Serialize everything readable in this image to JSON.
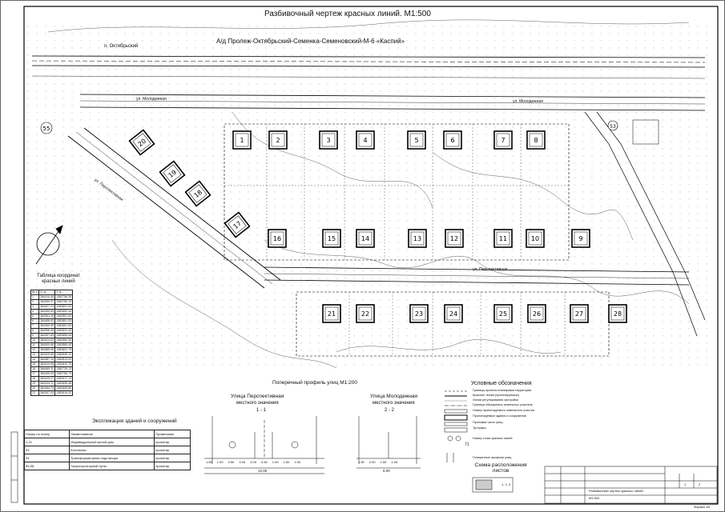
{
  "title": "Разбивочный чертеж красных линий. М1:500",
  "road_label": "А/д Пролеж-Октябрьский-Семенка-Семеновский-М-6 «Каспий»",
  "village_label": "п. Октябрьский",
  "streets": {
    "molodezhnaya_left": "ул. Молодежная",
    "molodezhnaya_right": "ул. Молодежная",
    "perspektivnaya_diag": "ул. Перспективная",
    "perspektivnaya_mid": "ул. Перспективная"
  },
  "lots_row1": [
    "1",
    "2",
    "3",
    "4",
    "5",
    "6",
    "7",
    "8"
  ],
  "lots_row2": [
    "16",
    "15",
    "14",
    "13",
    "12",
    "11",
    "10",
    "9"
  ],
  "lots_row3": [
    "21",
    "22",
    "23",
    "24",
    "25",
    "26",
    "27",
    "28"
  ],
  "lots_diag": [
    "20",
    "19",
    "18",
    "17"
  ],
  "other_markers": [
    "55",
    "53"
  ],
  "coords_table": {
    "title": "Таблица координат красных линий",
    "headers": [
      "№ т.",
      "X, м",
      "Y, м"
    ],
    "rows": [
      [
        "1",
        "384410.45",
        "1382756.39"
      ],
      [
        "2",
        "384350.07",
        "1382750.13"
      ],
      [
        "3",
        "384427.41",
        "1382801.04"
      ],
      [
        "4",
        "384350.53",
        "1382852.44"
      ],
      [
        "5",
        "384361.16",
        "1382801.00"
      ],
      [
        "6",
        "384456.02",
        "1382851.53"
      ],
      [
        "7",
        "384360.99",
        "1382851.63"
      ],
      [
        "8",
        "384356.49",
        "1382831.43"
      ],
      [
        "9",
        "384357.83",
        "1382855.44"
      ],
      [
        "10",
        "384424.02",
        "1382884.30"
      ],
      [
        "11",
        "384400.65",
        "1382865.40"
      ],
      [
        "12",
        "384385.96",
        "1382831.79"
      ],
      [
        "13",
        "384320.65",
        "1382845.11"
      ],
      [
        "14",
        "384487.15",
        "1382813.03"
      ],
      [
        "15",
        "384314.95",
        "1382810.70"
      ],
      [
        "16",
        "384469.11",
        "1382725.13"
      ],
      [
        "17",
        "384430.03",
        "1382756.73"
      ],
      [
        "18",
        "384449.27",
        "1382817.14"
      ],
      [
        "19",
        "384334.72",
        "1382835.45"
      ],
      [
        "20",
        "384484.73",
        "1382805.80"
      ],
      [
        "21",
        "384307.93",
        "1382819.22"
      ]
    ]
  },
  "explication": {
    "title": "Экспликация зданий и сооружений",
    "headers": [
      "Номер по плану",
      "Наименование",
      "Примечание"
    ],
    "rows": [
      [
        "1-21",
        "Индивидуальный жилой дом",
        "проектир."
      ],
      [
        "53",
        "Котельная",
        "проектир."
      ],
      [
        "54",
        "Трансформаторная подстанция",
        "проектир."
      ],
      [
        "55-58",
        "Газорегуляторный пункт",
        "проектир."
      ]
    ]
  },
  "profile": {
    "title": "Поперечный профиль улиц М1:200",
    "left_name": "Улица Перспективная",
    "left_sub": "местного значения",
    "left_section": "1 - 1",
    "right_name": "Улица Молодежная",
    "right_sub": "местного значения",
    "right_section": "2 - 2",
    "dims_left": [
      "1.50",
      "1.00",
      "0.50",
      "3.00",
      "3.00",
      "0.50",
      "1.00",
      "1.50",
      "2.00"
    ],
    "total_left": "12.00",
    "dims_right": [
      "1.50",
      "2.00",
      "1.50",
      "1.00"
    ],
    "total_right": "6.00"
  },
  "legend": {
    "title": "Условные обозначения",
    "items": [
      "Границы проекта планировки территории",
      "Красные линии (проектируемые)",
      "Линии регулирования застройки",
      "Границы образуемых земельных участков",
      "Номер проектируемого земельного участка",
      "Проектируемые здания и сооружения",
      "Проезжая часть улиц",
      "Тротуары",
      "Номер точки красных линий",
      "Поперечные профили улиц"
    ],
    "marker_label": "71"
  },
  "layout_scheme": {
    "title": "Схема расположения листов",
    "sheet_label": "1, 2, 3"
  },
  "stamp": {
    "line1": "Разбивочный чертеж красных линий",
    "line2": "М1:500",
    "sheet": "1",
    "sheets": "2",
    "format": "Формат А3"
  }
}
